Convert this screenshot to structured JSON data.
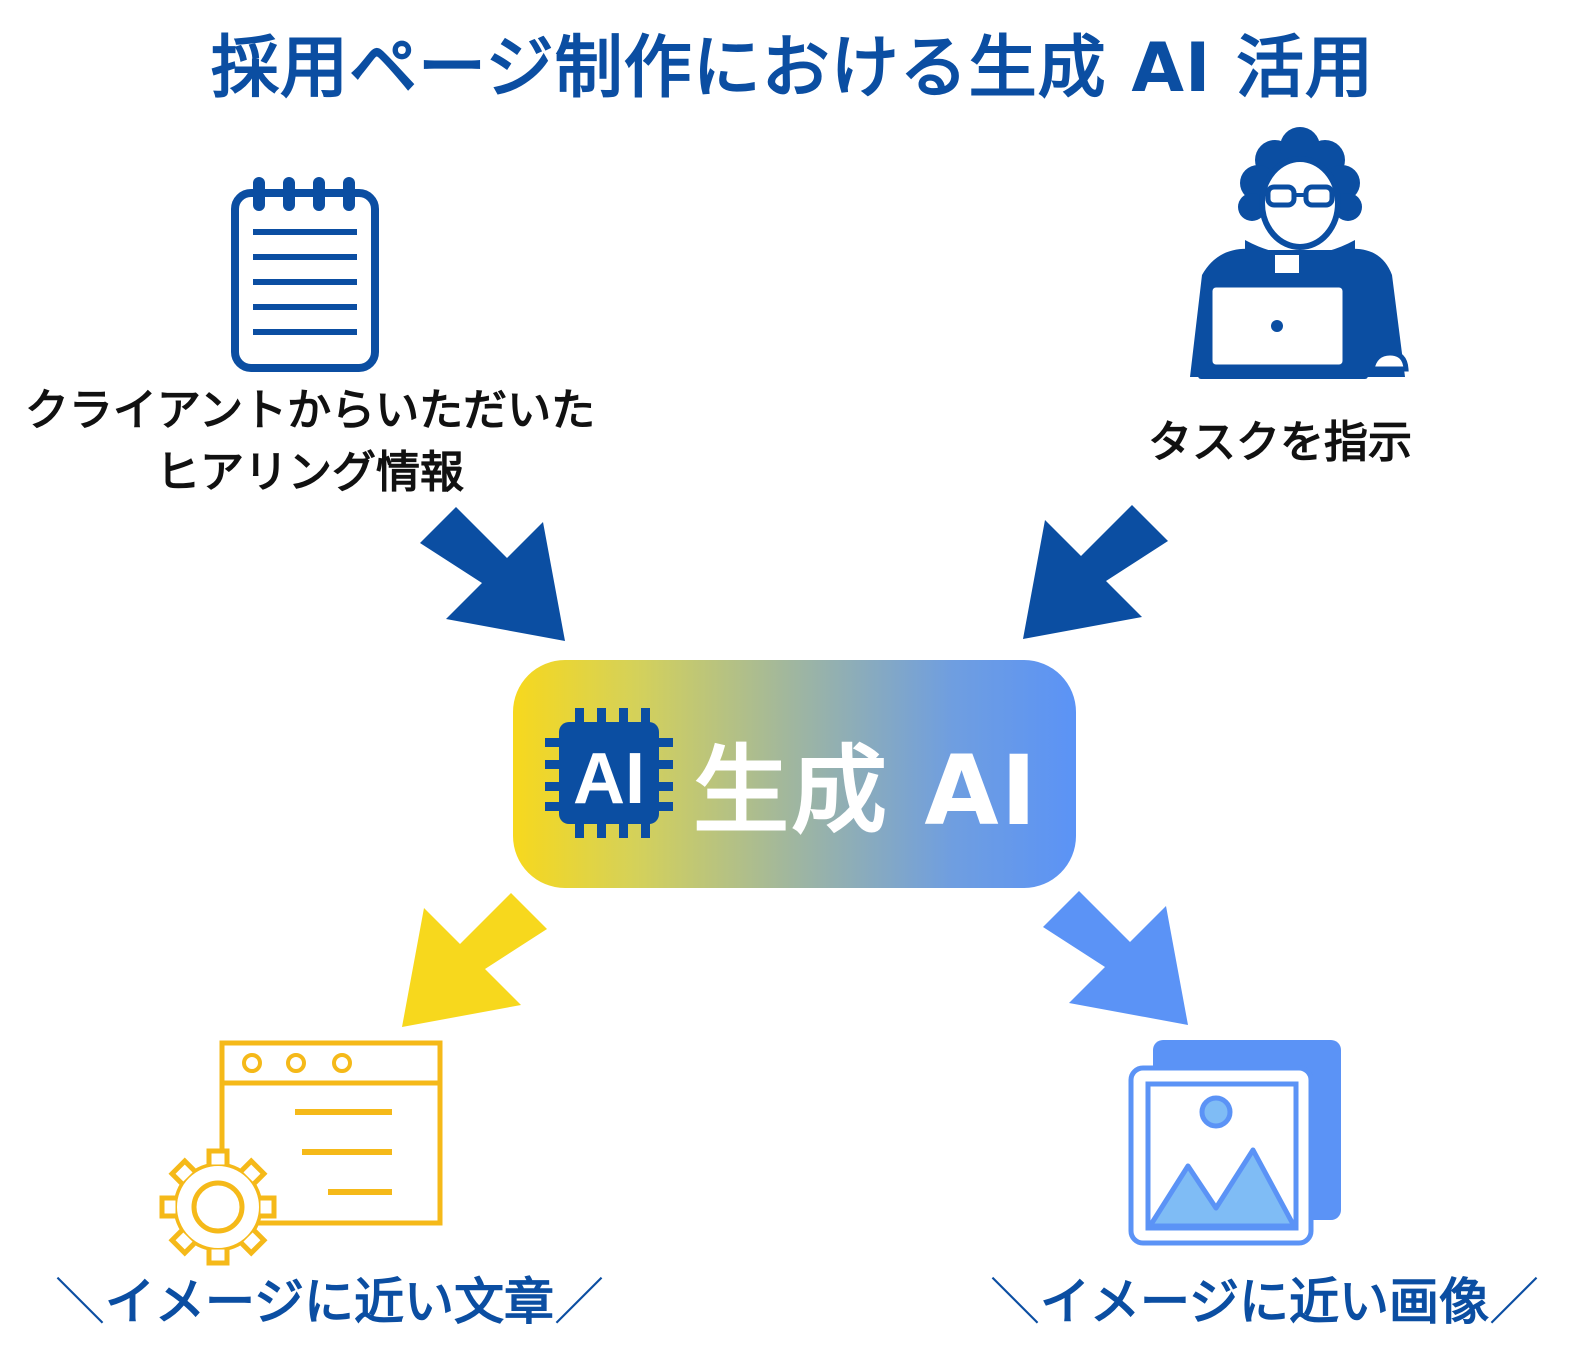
{
  "title": "採用ページ制作における生成 AI 活用",
  "inputs": {
    "left": {
      "line1": "クライアントからいただいた",
      "line2": "ヒアリング情報",
      "icon": "notepad-icon"
    },
    "right": {
      "text": "タスクを指示",
      "icon": "person-laptop-icon"
    }
  },
  "center": {
    "chip_text": "AI",
    "label": "生成 AI",
    "icon": "ai-chip-icon"
  },
  "outputs": {
    "left": {
      "text": "イメージに近い文章",
      "icon": "browser-settings-icon"
    },
    "right": {
      "text": "イメージに近い画像",
      "icon": "image-gallery-icon"
    }
  },
  "colors": {
    "primary_blue": "#0b4ea2",
    "yellow": "#f7d81d",
    "light_blue": "#5b93f6"
  }
}
